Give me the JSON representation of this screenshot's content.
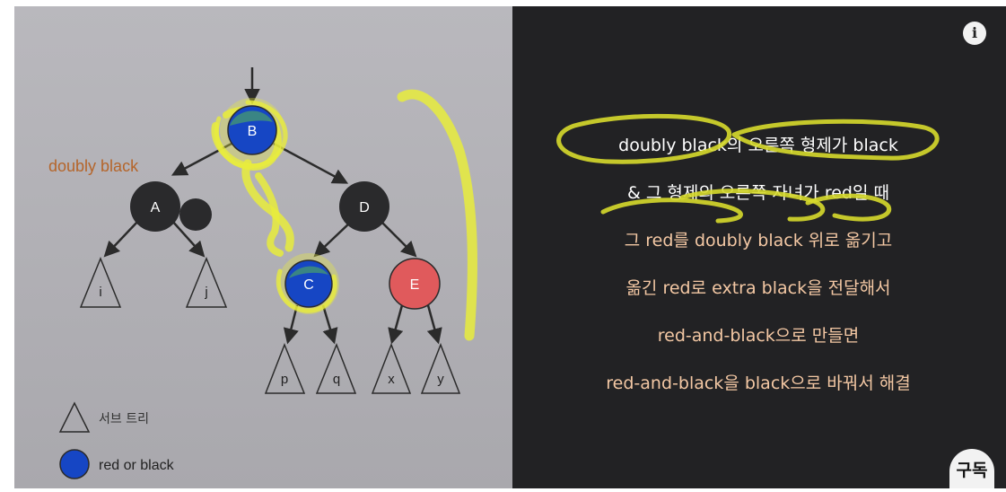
{
  "diagram": {
    "root_label": "B",
    "annotation": "doubly black",
    "nodes": {
      "B": {
        "label": "B",
        "color": "#1646c4"
      },
      "A": {
        "label": "A",
        "color": "#2a2a2c"
      },
      "D": {
        "label": "D",
        "color": "#2a2a2c"
      },
      "C": {
        "label": "C",
        "color": "#1646c4"
      },
      "E": {
        "label": "E",
        "color": "#e05a5c"
      }
    },
    "subtrees": [
      "i",
      "j",
      "p",
      "q",
      "x",
      "y"
    ],
    "legend": {
      "subtree_label": "서브 트리",
      "red_or_black_label": "red or black"
    }
  },
  "steps": [
    "doubly black의 오른쪽 형제가 black",
    "& 그 형제의 오른쪽 자녀가 red일 때",
    "그 red를 doubly black 위로 옮기고",
    "옮긴 red로 extra black을 전달해서",
    "red-and-black으로 만들면",
    "red-and-black을 black으로 바꿔서 해결"
  ],
  "colors": {
    "left_bg": "#b5b4b9",
    "right_bg": "#222224",
    "highlight": "#e8ec3c",
    "step_white": "#ffffff",
    "step_peach": "#f4c8a4",
    "annotation": "#b5652a"
  },
  "controls": {
    "info_icon": "i",
    "subscribe_label": "구독"
  }
}
